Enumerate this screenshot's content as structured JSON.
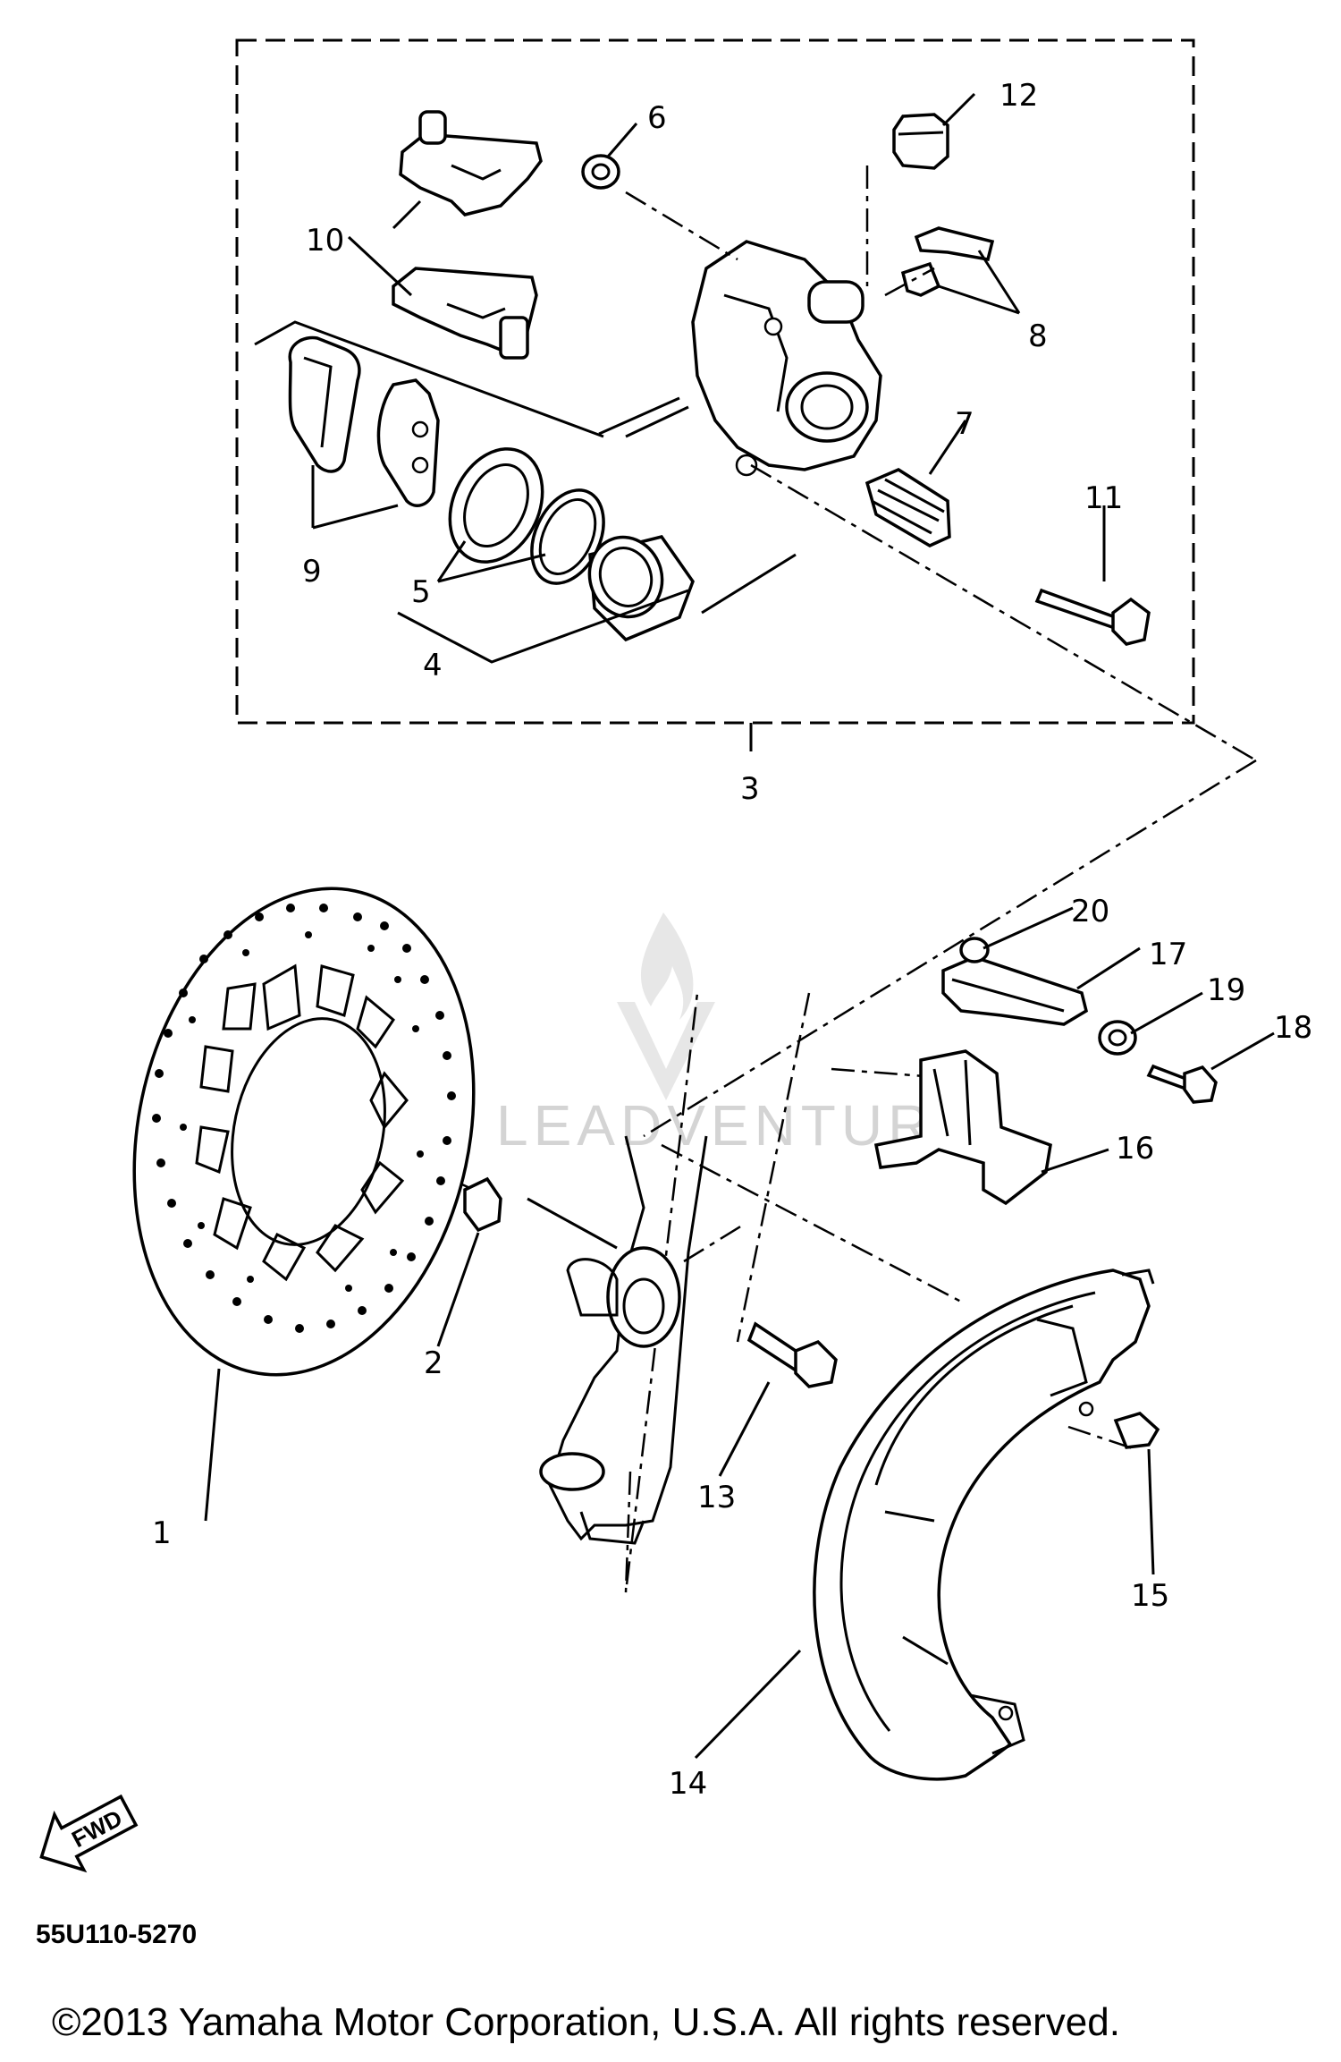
{
  "diagram_code": "55U110-5270",
  "copyright": "©2013 Yamaha Motor Corporation, U.S.A. All rights reserved.",
  "watermark": "LEADVENTURE",
  "fwd_label": "FWD",
  "callouts": [
    "1",
    "2",
    "3",
    "4",
    "5",
    "6",
    "7",
    "8",
    "9",
    "10",
    "11",
    "12",
    "13",
    "14",
    "15",
    "16",
    "17",
    "18",
    "19",
    "20"
  ]
}
